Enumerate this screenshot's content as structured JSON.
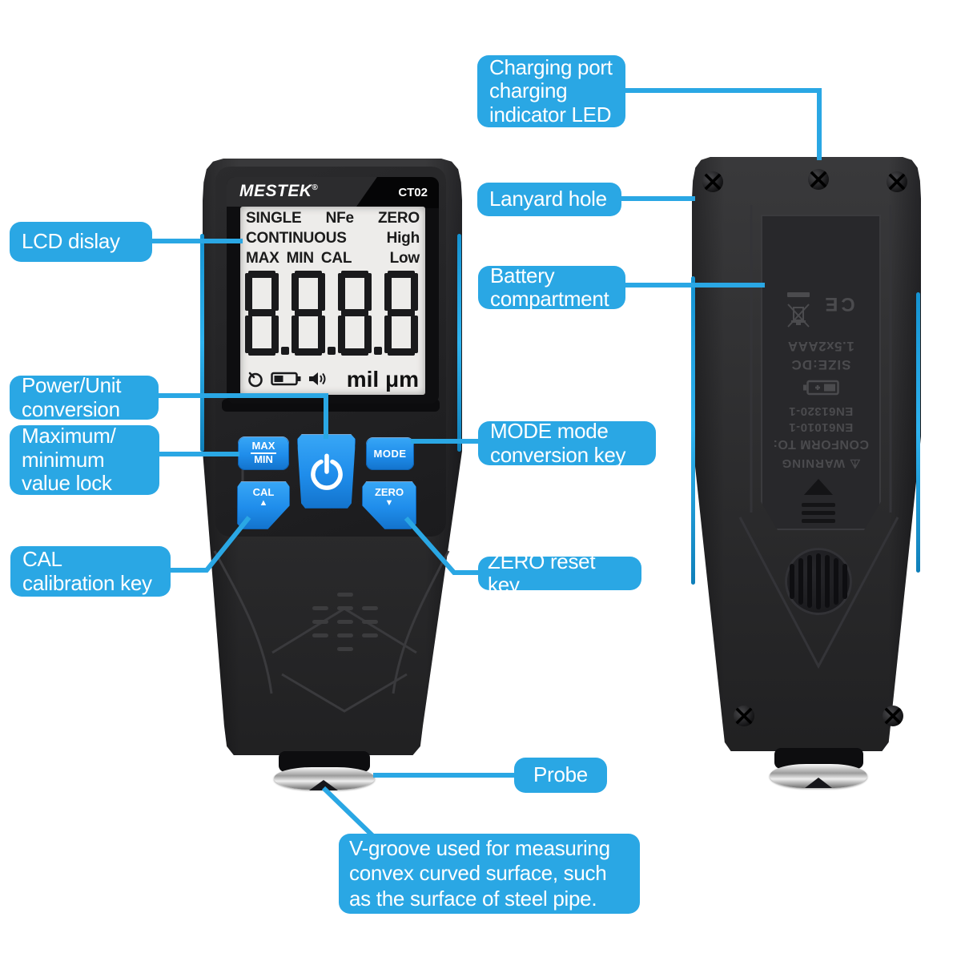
{
  "colors": {
    "accent_blue": "#2AA7E4",
    "button_blue": "#1F8DEB",
    "device_dark": "#1d1d1f",
    "lcd_background": "#EDECEA",
    "chrome": "#c9c9c9"
  },
  "front_device": {
    "brand": "MESTEK",
    "brand_mark": "®",
    "model": "CT02",
    "lcd": {
      "annunciators": {
        "row1": [
          "SINGLE",
          "NFe",
          "ZERO"
        ],
        "row2": [
          "CONTINUOUS",
          "High"
        ],
        "row3": [
          "MAX",
          "MIN",
          "CAL",
          "Low"
        ]
      },
      "reading": "8.8.8.8",
      "units": "mil μm",
      "status_icons": [
        "auto-power-off",
        "battery-level",
        "speaker"
      ]
    },
    "buttons": {
      "max_min_top": "MAX",
      "max_min_bottom": "MIN",
      "mode": "MODE",
      "power_icon": "power-symbol",
      "cal": "CAL",
      "cal_arrow": "▲",
      "zero": "ZERO",
      "zero_arrow": "▼"
    }
  },
  "back_device": {
    "battery_label": {
      "warning_icon": "⚠",
      "warning": "WARNING",
      "conform": "CONFORM TO:",
      "standard_1": "EN61010-1",
      "standard_2": "EN61320-1",
      "size": "SIZE:DC",
      "battery_type": "1.5x2AAA",
      "ce_mark": "CE",
      "marks": [
        "CE",
        "WEEE-crossed-bin"
      ]
    }
  },
  "callouts": {
    "charging": {
      "text": "Charging port\ncharging\nindicator LED"
    },
    "lanyard": {
      "text": "Lanyard hole"
    },
    "lcd": {
      "text": "LCD dislay"
    },
    "battery": {
      "text": "Battery\ncompartment"
    },
    "power": {
      "text": "Power/Unit\nconversion"
    },
    "maxmin": {
      "text": "Maximum/\nminimum\nvalue lock"
    },
    "mode": {
      "text": "MODE mode\nconversion key"
    },
    "cal": {
      "text": "CAL\ncalibration key"
    },
    "zero": {
      "text": "ZERO reset key"
    },
    "probe": {
      "text": "Probe"
    },
    "vgroove": {
      "text": "V-groove used for measuring\nconvex curved surface, such\nas the surface of steel pipe."
    }
  }
}
